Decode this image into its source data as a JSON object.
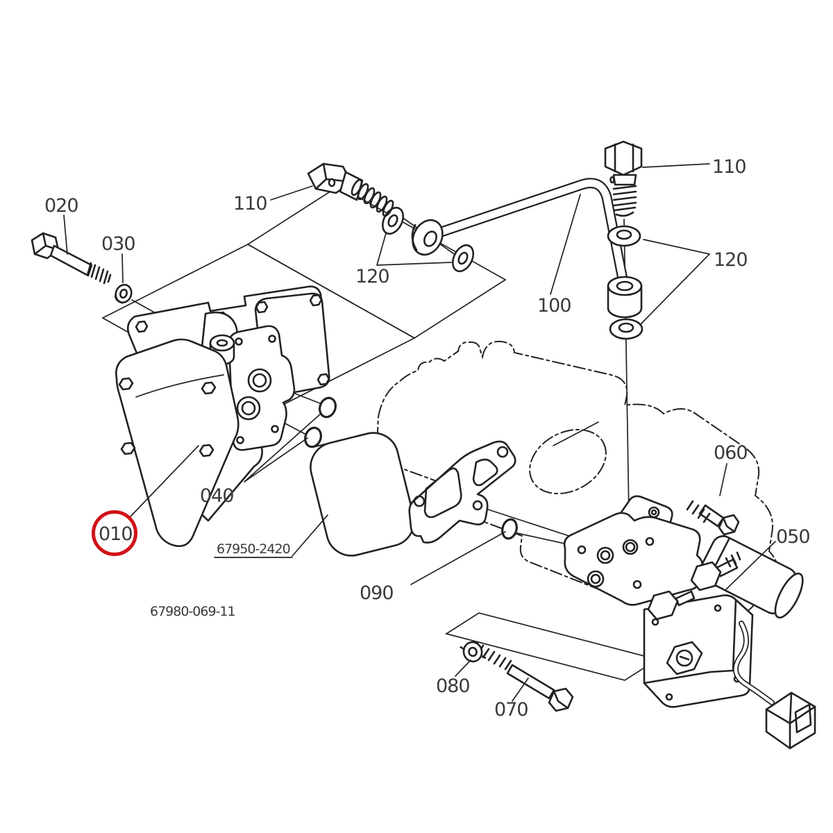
{
  "diagram": {
    "type": "exploded-parts-diagram",
    "background": "#ffffff",
    "line_color": "#222222",
    "label_color": "#3a3a3a",
    "callouts": {
      "c010": "010",
      "c020": "020",
      "c030": "030",
      "c040": "040",
      "c050": "050",
      "c060": "060",
      "c070": "070",
      "c080": "080",
      "c090": "090",
      "c100": "100",
      "c110_left": "110",
      "c110_right": "110",
      "c120_left": "120",
      "c120_right": "120"
    },
    "codes": {
      "subassembly": "67950-2420",
      "figure": "67980-069-11"
    },
    "highlight": {
      "selected": "010",
      "color": "#d01218"
    },
    "parts": {
      "p010": "hydraulic-pump-assembly",
      "p020": "hex-bolt",
      "p030": "washer",
      "p040": "o-rings",
      "p050": "valve-solenoid-assembly",
      "p060": "hex-bolt",
      "p070": "hex-bolt",
      "p080": "flange-nut",
      "p090": "o-ring",
      "p100": "delivery-pipe",
      "p110": "joint-bolt",
      "p120": "sealing-washers",
      "engine": "engine-block-outline",
      "plate": "cover-plate",
      "gasket": "gasket"
    }
  }
}
